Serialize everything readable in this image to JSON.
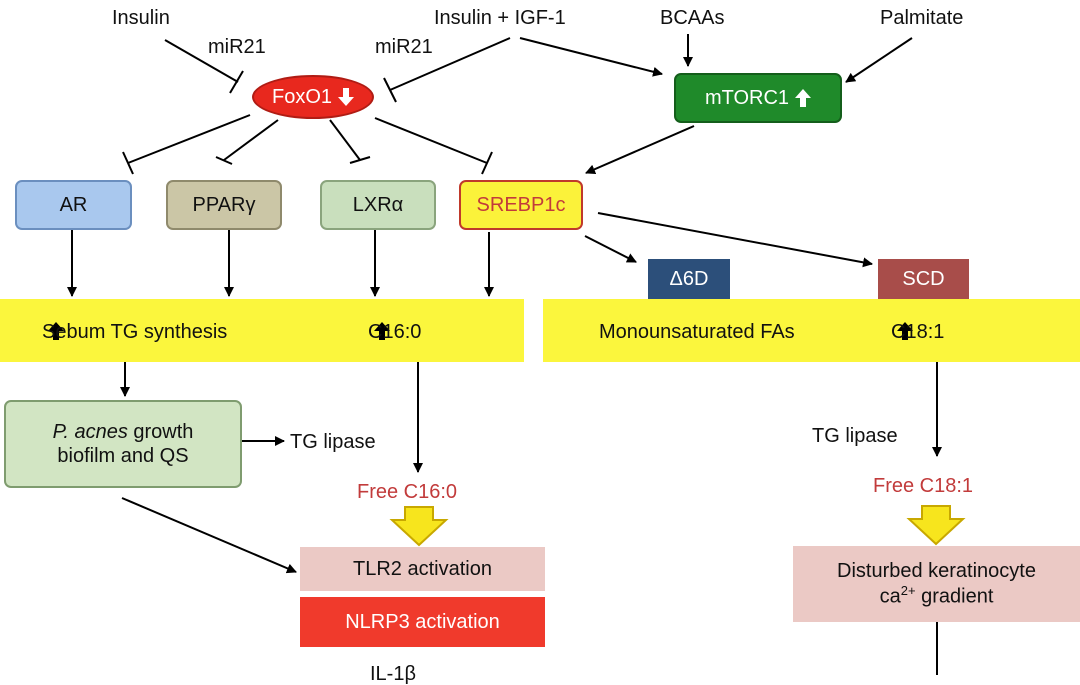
{
  "inputs": {
    "insulin": "Insulin",
    "insulin_igf1": "Insulin + IGF-1",
    "bcaas": "BCAAs",
    "palmitate": "Palmitate",
    "mir21_left": "miR21",
    "mir21_right": "miR21"
  },
  "nodes": {
    "foxo1": "FoxO1",
    "mtorc1": "mTORC1",
    "ar": "AR",
    "ppar": "PPARγ",
    "lxr": "LXRα",
    "srebp1c": "SREBP1c",
    "d6d": "Δ6D",
    "scd": "SCD"
  },
  "bands": {
    "left_text": "Sebum TG synthesis",
    "left_value": "C16:0",
    "right_text": "Monounsaturated FAs",
    "right_value": "C18:1"
  },
  "lower": {
    "pacnes_italic": "P. acnes",
    "pacnes_rest": " growth",
    "pacnes_line2": "biofilm and QS",
    "tg_lipase_left": "TG lipase",
    "tg_lipase_right": "TG lipase",
    "free_c16": "Free C16:0",
    "free_c18": "Free C18:1",
    "tlr2": "TLR2 activation",
    "nlrp3": "NLRP3 activation",
    "keratinocyte_line1": "Disturbed keratinocyte",
    "keratinocyte_pre": "ca",
    "keratinocyte_sup": "2+",
    "keratinocyte_post": " gradient",
    "il1b_partial": "IL-1β"
  },
  "colors": {
    "foxo1": "#e8281e",
    "mtorc1": "#1f8a2a",
    "ar": "#a9c8ee",
    "ppar": "#cbc6a6",
    "lxr": "#c9dfbd",
    "srebp1c": "#fbf23a",
    "band": "#fbf63d",
    "d6d": "#2c4f7a",
    "scd": "#a84d4a",
    "pacnes": "#d2e5c3",
    "tlr2": "#ebc9c5",
    "nlrp3": "#f03a2c",
    "keratinocyte": "#ebc9c5",
    "free_text": "#c23b3b",
    "hollow_arrow": "#f7e51d"
  }
}
